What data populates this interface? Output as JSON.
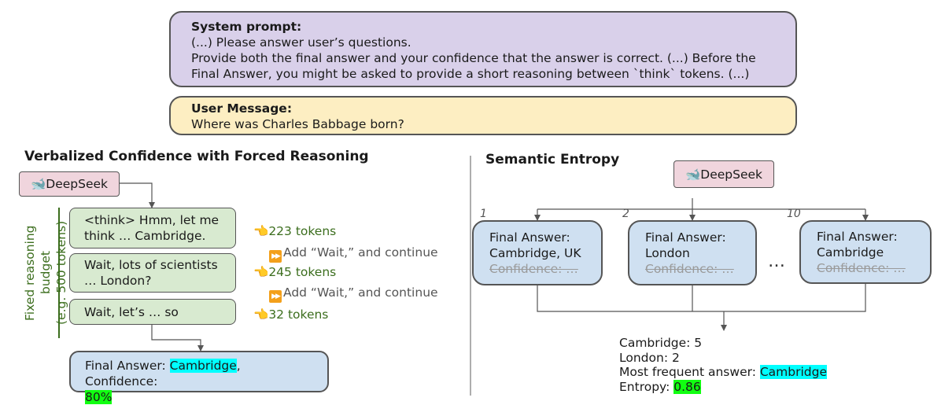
{
  "system": {
    "title": "System prompt:",
    "lines": [
      "(...) Please answer user’s questions.",
      "Provide both the final answer and your confidence that the answer is correct. (...) Before the",
      "Final Answer, you might be asked to provide a short reasoning between `think` tokens. (...)"
    ]
  },
  "user": {
    "title": "User Message:",
    "text": "Where was Charles Babbage born?"
  },
  "left": {
    "title": "Verbalized Confidence with Forced Reasoning",
    "model_label": "DeepSeek",
    "budget_line1": "Fixed reasoning budget",
    "budget_line2": "(e.g. 500 tokens)",
    "steps": [
      {
        "line1": "<think> Hmm, let me",
        "line2": "think … Cambridge.",
        "tokens": "223 tokens"
      },
      {
        "line1": "Wait, lots of scientists",
        "line2": "… London?",
        "tokens": "245 tokens"
      },
      {
        "line1": "Wait, let’s  … so",
        "line2": "",
        "tokens": "32 tokens"
      }
    ],
    "wait_text": "Add “Wait,” and continue",
    "final": {
      "prefix": "Final Answer: ",
      "answer": "Cambridge",
      "mid": ", Confidence:",
      "confidence": "80%"
    }
  },
  "right": {
    "title": "Semantic Entropy",
    "model_label": "DeepSeek",
    "samples": [
      {
        "index": "1",
        "label": "Final Answer:",
        "answer": "Cambridge, UK",
        "struck": "Confidence: …"
      },
      {
        "index": "2",
        "label": "Final Answer:",
        "answer": "London",
        "struck": "Confidence: …"
      },
      {
        "index": "10",
        "label": "Final Answer:",
        "answer": "Cambridge",
        "struck": "Confidence: …"
      }
    ],
    "ellipsis": "…",
    "counts": [
      "Cambridge: 5",
      "London: 2"
    ],
    "most_frequent_label": "Most frequent answer: ",
    "most_frequent_value": "Cambridge",
    "entropy_label": "Entropy: ",
    "entropy_value": "0.86"
  },
  "colors": {
    "system_bg": "#d9d0ea",
    "user_bg": "#fdeec2",
    "model_bg": "#f0d5dd",
    "reasoning_bg": "#d8ead0",
    "answer_bg": "#cfe0f1",
    "highlight_answer": "#00ffff",
    "highlight_confidence": "#11ff11",
    "token_text": "#3c6e1e"
  }
}
